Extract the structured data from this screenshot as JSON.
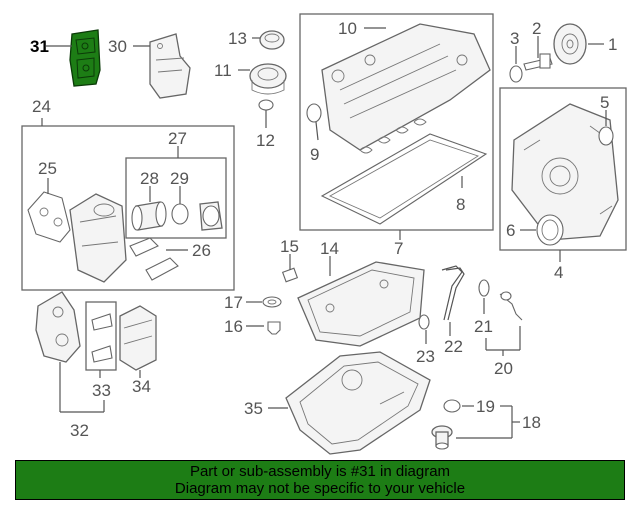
{
  "colors": {
    "banner_bg": "#1d7d15",
    "highlight_part": "#1d7d15",
    "line": "#555555"
  },
  "callouts": {
    "c1": "1",
    "c2": "2",
    "c3": "3",
    "c4": "4",
    "c5": "5",
    "c6": "6",
    "c7": "7",
    "c8": "8",
    "c9": "9",
    "c10": "10",
    "c11": "11",
    "c12": "12",
    "c13": "13",
    "c14": "14",
    "c15": "15",
    "c16": "16",
    "c17": "17",
    "c18": "18",
    "c19": "19",
    "c20": "20",
    "c21": "21",
    "c22": "22",
    "c23": "23",
    "c24": "24",
    "c25": "25",
    "c26": "26",
    "c27": "27",
    "c28": "28",
    "c29": "29",
    "c30": "30",
    "c31": "31",
    "c32": "32",
    "c33": "33",
    "c34": "34",
    "c35": "35"
  },
  "highlighted_part": "31",
  "banner": {
    "line1": "Part or sub-assembly is #31 in diagram",
    "line2": "Diagram may not be specific to your vehicle"
  }
}
